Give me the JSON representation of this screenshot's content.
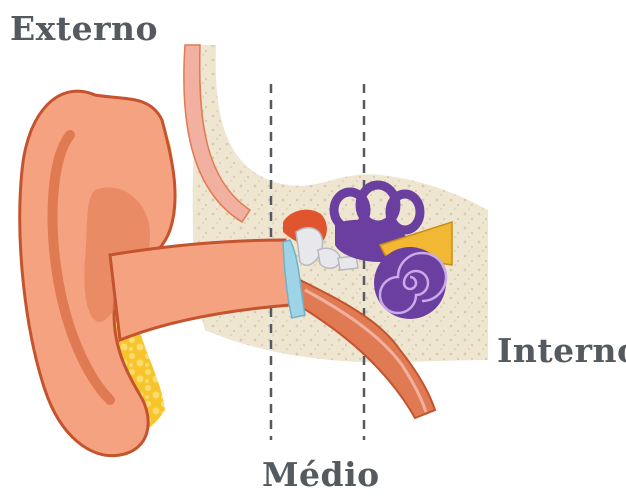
{
  "labels": {
    "outer": "Externo",
    "middle": "Médio",
    "inner": "Interno"
  },
  "colors": {
    "skin": "#f4a27f",
    "skin_shadow": "#e07a52",
    "skin_outline": "#c4532e",
    "fat": "#f7c52b",
    "bone": "#efe6d2",
    "bone_dots": "#d9ccae",
    "cochlea": "#6b3fa0",
    "ossicles": "#e8e8ec",
    "eardrum": "#9fd3e6",
    "nerve": "#f2b733",
    "divider": "#555a60",
    "text": "#555a60"
  },
  "icons": [
    "ear-anatomy-illustration"
  ]
}
